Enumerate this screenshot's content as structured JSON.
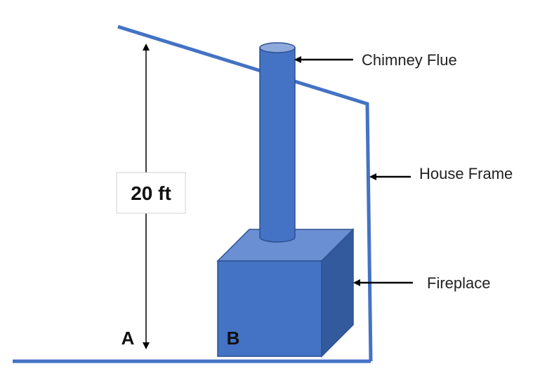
{
  "labels": {
    "chimney": "Chimney Flue",
    "house": "House Frame",
    "fireplace": "Fireplace"
  },
  "dimension": {
    "height": "20 ft"
  },
  "points": {
    "a": "A",
    "b": "B"
  },
  "colors": {
    "frame": "#4472C4",
    "flue_body": "#4472C4",
    "flue_top": "#8EA9DB",
    "box_front": "#4472C4",
    "box_top": "#6A8FD3",
    "box_side": "#345A9E",
    "outline": "#2F528F",
    "arrow": "#000000"
  }
}
